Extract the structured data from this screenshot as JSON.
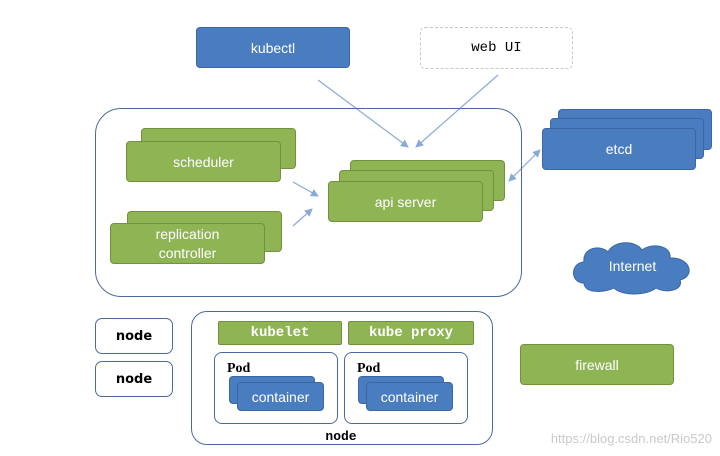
{
  "top": {
    "kubectl": "kubectl",
    "web_ui": "web UI"
  },
  "master": {
    "scheduler": "scheduler",
    "replication_controller_line1": "replication",
    "replication_controller_line2": "controller",
    "api_server": "api server"
  },
  "etcd": "etcd",
  "internet": "Internet",
  "firewall": "firewall",
  "nodes": {
    "left_1": "node",
    "left_2": "node",
    "main_label": "node"
  },
  "node_components": {
    "kubelet": "kubelet",
    "kube_proxy": "kube proxy",
    "pods": [
      {
        "label": "Pod",
        "container": "container"
      },
      {
        "label": "Pod",
        "container": "container"
      }
    ]
  },
  "watermark": "https://blog.csdn.net/Rio520",
  "colors": {
    "blue": "#4a7dc0",
    "green": "#8fb454",
    "outline": "#4e6a9c",
    "arrow": "#8aaad6"
  }
}
